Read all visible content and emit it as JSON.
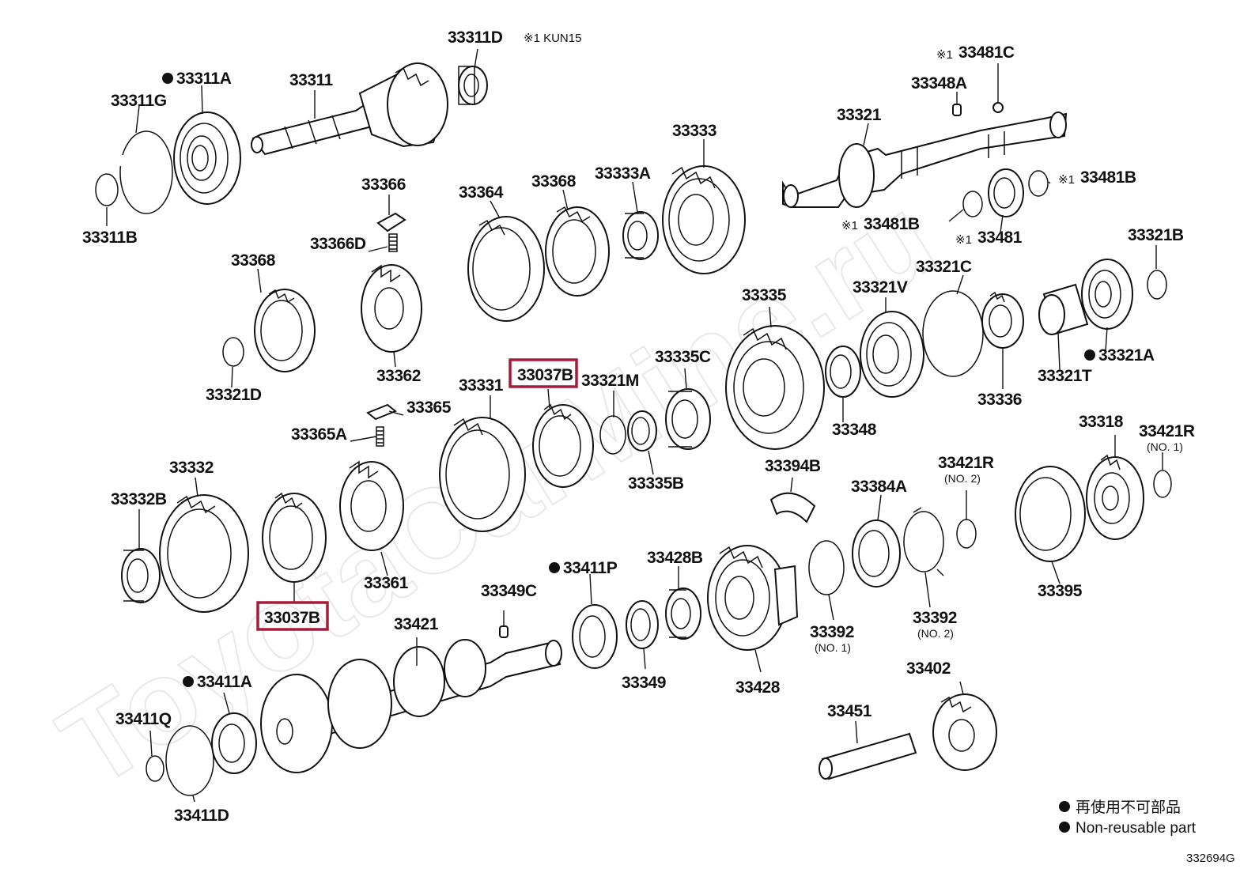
{
  "watermark": "ToyotaCarMine.ru",
  "note_variant": "※1 KUN15",
  "labels": {
    "p33311D": "33311D",
    "p33311A": "33311A",
    "p33311": "33311",
    "p33311G": "33311G",
    "p33311B": "33311B",
    "p33481C": "33481C",
    "p33348A": "33348A",
    "p33321": "33321",
    "p33333": "33333",
    "p33366": "33366",
    "p33364": "33364",
    "p33368a": "33368",
    "p33333A": "33333A",
    "p33481B_r": "33481B",
    "p33481B_l": "33481B",
    "p33481": "33481",
    "p33366D": "33366D",
    "p33368b": "33368",
    "p33321B": "33321B",
    "p33321C": "33321C",
    "p33335": "33335",
    "p33321V": "33321V",
    "p33321A": "33321A",
    "p33321T": "33321T",
    "p33336": "33336",
    "p33362": "33362",
    "p33321D": "33321D",
    "p33037B_top": "33037B",
    "p33321M": "33321M",
    "p33335C": "33335C",
    "p33331": "33331",
    "p33348": "33348",
    "p33365": "33365",
    "p33365A": "33365A",
    "p33318": "33318",
    "p33421R_r": "33421R",
    "p33332": "33332",
    "p33394B": "33394B",
    "p33421R_m": "33421R",
    "p33332B": "33332B",
    "p33335B": "33335B",
    "p33384A": "33384A",
    "p33361": "33361",
    "p33411P": "33411P",
    "p33428B": "33428B",
    "p33349C": "33349C",
    "p33395": "33395",
    "p33037B_bot": "33037B",
    "p33421": "33421",
    "p33392_1": "33392",
    "p33392_2": "33392",
    "p33349": "33349",
    "p33411A": "33411A",
    "p33402": "33402",
    "p33428": "33428",
    "p33451": "33451",
    "p33411Q": "33411Q",
    "p33411D": "33411D"
  },
  "marks": {
    "note1": "※1",
    "no1": "(NO. 1)",
    "no2": "(NO. 2)"
  },
  "legend": {
    "jp": "再使用不可部品",
    "en": "Non-reusable part"
  },
  "figure_id": "332694G",
  "highlight_color": "#a51c3a"
}
